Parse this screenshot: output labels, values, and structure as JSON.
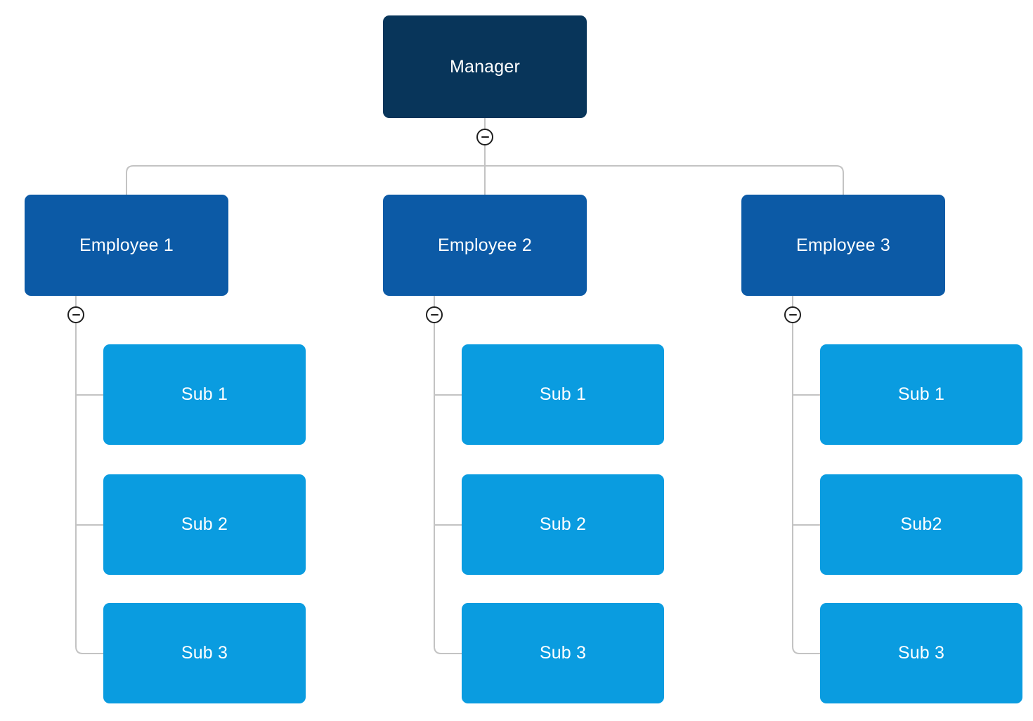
{
  "colors": {
    "canvas-bg": "#ffffff",
    "root-fill": "#08355a",
    "employee-fill": "#0c5aa6",
    "sub-fill": "#0a9ce0",
    "node-text": "#ffffff",
    "connector": "#c3c3c3",
    "toggle-stroke": "#1f1f1f",
    "toggle-fill": "#ffffff"
  },
  "chart": {
    "toggle_icon": "minus-circle-icon",
    "root": {
      "label": "Manager"
    },
    "columns": [
      {
        "employee": {
          "label": "Employee 1"
        },
        "subs": [
          {
            "label": "Sub 1"
          },
          {
            "label": "Sub 2"
          },
          {
            "label": "Sub 3"
          }
        ]
      },
      {
        "employee": {
          "label": "Employee 2"
        },
        "subs": [
          {
            "label": "Sub 1"
          },
          {
            "label": "Sub 2"
          },
          {
            "label": "Sub 3"
          }
        ]
      },
      {
        "employee": {
          "label": "Employee 3"
        },
        "subs": [
          {
            "label": "Sub 1"
          },
          {
            "label": "Sub2"
          },
          {
            "label": "Sub 3"
          }
        ]
      }
    ]
  }
}
